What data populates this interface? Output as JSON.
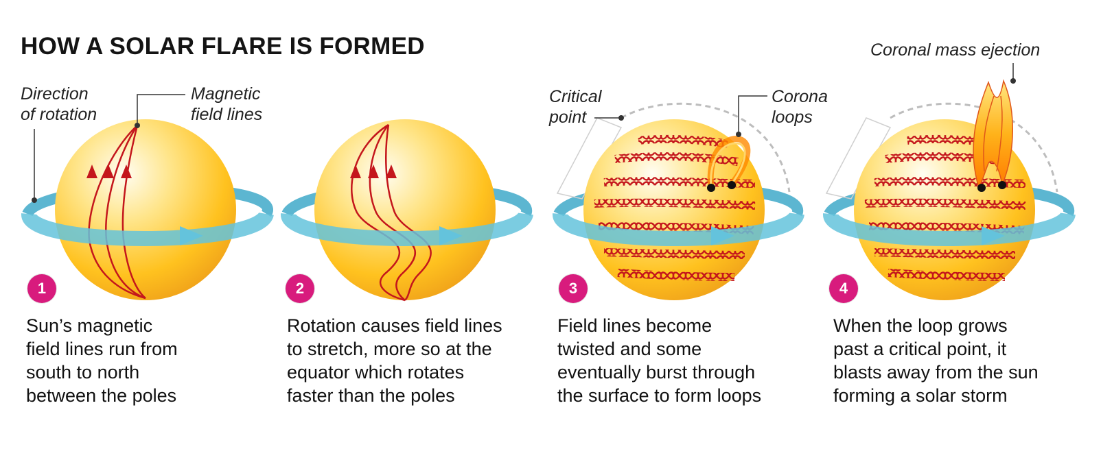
{
  "title": "HOW A SOLAR FLARE IS FORMED",
  "labels": {
    "direction_line1": "Direction",
    "direction_line2": "of rotation",
    "magnetic_line1": "Magnetic",
    "magnetic_line2": "field lines",
    "critical_line1": "Critical",
    "critical_line2": "point",
    "corona_line1": "Corona",
    "corona_line2": "loops",
    "cme": "Coronal mass ejection"
  },
  "steps": [
    {
      "number": "1",
      "lines": [
        "Sun’s magnetic",
        "field lines run from",
        "south to north",
        "between the poles"
      ]
    },
    {
      "number": "2",
      "lines": [
        "Rotation causes field lines",
        "to stretch, more so at the",
        "equator which rotates",
        "faster than the poles"
      ]
    },
    {
      "number": "3",
      "lines": [
        "Field lines become",
        "twisted and some",
        "eventually burst through",
        "the surface to form loops"
      ]
    },
    {
      "number": "4",
      "lines": [
        "When the loop grows",
        "past a critical point, it",
        "blasts away from the sun",
        "forming a solar storm"
      ]
    }
  ],
  "colors": {
    "sun_core": "#fffbe8",
    "sun_mid": "#ffd34d",
    "sun_edge": "#f0a21a",
    "field_line": "#c4161c",
    "rotation_band": "#3fa9c9",
    "badge": "#d81b7d"
  }
}
